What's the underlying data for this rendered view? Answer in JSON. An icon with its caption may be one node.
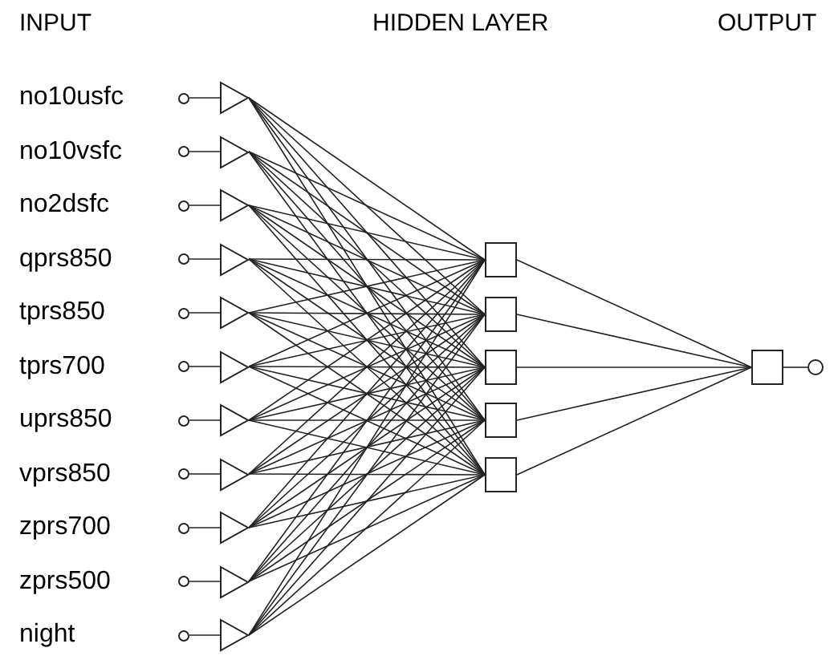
{
  "diagram": {
    "nodes": [
      {
        "text": [],
        "shape": "circle",
        "beside": [
          "no10usfc"
        ]
      },
      {
        "text": [],
        "shape": "circle",
        "beside": [
          "no10vsfc"
        ]
      },
      {
        "text": [],
        "shape": "circle",
        "beside": [
          "no2dsfc"
        ]
      },
      {
        "text": [],
        "shape": "circle",
        "beside": [
          "qprs850"
        ]
      },
      {
        "text": [],
        "shape": "circle",
        "beside": [
          "tprs850"
        ]
      },
      {
        "text": [],
        "shape": "circle",
        "beside": [
          "tprs700"
        ]
      },
      {
        "text": [],
        "shape": "circle",
        "beside": [
          "uprs850"
        ]
      },
      {
        "text": [],
        "shape": "circle",
        "beside": [
          "vprs850"
        ]
      },
      {
        "text": [],
        "shape": "circle",
        "beside": [
          "zprs700"
        ]
      },
      {
        "text": [],
        "shape": "circle",
        "beside": [
          "zprs500"
        ]
      },
      {
        "text": [],
        "shape": "circle",
        "beside": [
          "night"
        ]
      },
      {
        "text": [],
        "shape": "triangle"
      },
      {
        "text": [],
        "shape": "triangle"
      },
      {
        "text": [],
        "shape": "triangle"
      },
      {
        "text": [],
        "shape": "triangle"
      },
      {
        "text": [],
        "shape": "triangle"
      },
      {
        "text": [],
        "shape": "triangle"
      },
      {
        "text": [],
        "shape": "triangle"
      },
      {
        "text": [],
        "shape": "triangle"
      },
      {
        "text": [],
        "shape": "triangle"
      },
      {
        "text": [],
        "shape": "triangle"
      },
      {
        "text": [],
        "shape": "triangle"
      },
      {
        "text": [],
        "shape": "box"
      },
      {
        "text": [],
        "shape": "box"
      },
      {
        "text": [],
        "shape": "box"
      },
      {
        "text": [],
        "shape": "box"
      },
      {
        "text": [],
        "shape": "box"
      },
      {
        "text": [],
        "shape": "box"
      },
      {
        "text": [],
        "shape": "circle"
      }
    ],
    "edges": [
      {
        "from": 0,
        "to": 11,
        "arrow": "none"
      },
      {
        "from": 1,
        "to": 12,
        "arrow": "none"
      },
      {
        "from": 2,
        "to": 13,
        "arrow": "none"
      },
      {
        "from": 3,
        "to": 14,
        "arrow": "none"
      },
      {
        "from": 4,
        "to": 15,
        "arrow": "none"
      },
      {
        "from": 5,
        "to": 16,
        "arrow": "none"
      },
      {
        "from": 6,
        "to": 17,
        "arrow": "none"
      },
      {
        "from": 7,
        "to": 18,
        "arrow": "none"
      },
      {
        "from": 8,
        "to": 19,
        "arrow": "none"
      },
      {
        "from": 9,
        "to": 20,
        "arrow": "none"
      },
      {
        "from": 10,
        "to": 21,
        "arrow": "none"
      },
      {
        "from": 11,
        "to": 22,
        "arrow": "none"
      },
      {
        "from": 11,
        "to": 23,
        "arrow": "none"
      },
      {
        "from": 11,
        "to": 24,
        "arrow": "none"
      },
      {
        "from": 11,
        "to": 25,
        "arrow": "none"
      },
      {
        "from": 11,
        "to": 26,
        "arrow": "none"
      },
      {
        "from": 12,
        "to": 22,
        "arrow": "none"
      },
      {
        "from": 12,
        "to": 23,
        "arrow": "none"
      },
      {
        "from": 12,
        "to": 24,
        "arrow": "none"
      },
      {
        "from": 12,
        "to": 25,
        "arrow": "none"
      },
      {
        "from": 12,
        "to": 26,
        "arrow": "none"
      },
      {
        "from": 13,
        "to": 22,
        "arrow": "none"
      },
      {
        "from": 13,
        "to": 23,
        "arrow": "none"
      },
      {
        "from": 13,
        "to": 24,
        "arrow": "none"
      },
      {
        "from": 13,
        "to": 25,
        "arrow": "none"
      },
      {
        "from": 13,
        "to": 26,
        "arrow": "none"
      },
      {
        "from": 14,
        "to": 22,
        "arrow": "none"
      },
      {
        "from": 14,
        "to": 23,
        "arrow": "none"
      },
      {
        "from": 14,
        "to": 24,
        "arrow": "none"
      },
      {
        "from": 14,
        "to": 25,
        "arrow": "none"
      },
      {
        "from": 14,
        "to": 26,
        "arrow": "none"
      },
      {
        "from": 15,
        "to": 22,
        "arrow": "none"
      },
      {
        "from": 15,
        "to": 23,
        "arrow": "none"
      },
      {
        "from": 15,
        "to": 24,
        "arrow": "none"
      },
      {
        "from": 15,
        "to": 25,
        "arrow": "none"
      },
      {
        "from": 15,
        "to": 26,
        "arrow": "none"
      },
      {
        "from": 16,
        "to": 22,
        "arrow": "none"
      },
      {
        "from": 16,
        "to": 23,
        "arrow": "none"
      },
      {
        "from": 16,
        "to": 24,
        "arrow": "none"
      },
      {
        "from": 16,
        "to": 25,
        "arrow": "none"
      },
      {
        "from": 16,
        "to": 26,
        "arrow": "none"
      },
      {
        "from": 17,
        "to": 22,
        "arrow": "none"
      },
      {
        "from": 17,
        "to": 23,
        "arrow": "none"
      },
      {
        "from": 17,
        "to": 24,
        "arrow": "none"
      },
      {
        "from": 17,
        "to": 25,
        "arrow": "none"
      },
      {
        "from": 17,
        "to": 26,
        "arrow": "none"
      },
      {
        "from": 18,
        "to": 22,
        "arrow": "none"
      },
      {
        "from": 18,
        "to": 23,
        "arrow": "none"
      },
      {
        "from": 18,
        "to": 24,
        "arrow": "none"
      },
      {
        "from": 18,
        "to": 25,
        "arrow": "none"
      },
      {
        "from": 18,
        "to": 26,
        "arrow": "none"
      },
      {
        "from": 19,
        "to": 22,
        "arrow": "none"
      },
      {
        "from": 19,
        "to": 23,
        "arrow": "none"
      },
      {
        "from": 19,
        "to": 24,
        "arrow": "none"
      },
      {
        "from": 19,
        "to": 25,
        "arrow": "none"
      },
      {
        "from": 19,
        "to": 26,
        "arrow": "none"
      },
      {
        "from": 20,
        "to": 22,
        "arrow": "none"
      },
      {
        "from": 20,
        "to": 23,
        "arrow": "none"
      },
      {
        "from": 20,
        "to": 24,
        "arrow": "none"
      },
      {
        "from": 20,
        "to": 25,
        "arrow": "none"
      },
      {
        "from": 20,
        "to": 26,
        "arrow": "none"
      },
      {
        "from": 21,
        "to": 22,
        "arrow": "none"
      },
      {
        "from": 21,
        "to": 23,
        "arrow": "none"
      },
      {
        "from": 21,
        "to": 24,
        "arrow": "none"
      },
      {
        "from": 21,
        "to": 25,
        "arrow": "none"
      },
      {
        "from": 21,
        "to": 26,
        "arrow": "none"
      },
      {
        "from": 22,
        "to": 27,
        "arrow": "none"
      },
      {
        "from": 23,
        "to": 27,
        "arrow": "none"
      },
      {
        "from": 24,
        "to": 27,
        "arrow": "none"
      },
      {
        "from": 25,
        "to": 27,
        "arrow": "none"
      },
      {
        "from": 26,
        "to": 27,
        "arrow": "none"
      },
      {
        "from": 27,
        "to": 28,
        "arrow": "none"
      }
    ],
    "labels": [
      "INPUT",
      "HIDDEN LAYER",
      "OUTPUT"
    ]
  }
}
